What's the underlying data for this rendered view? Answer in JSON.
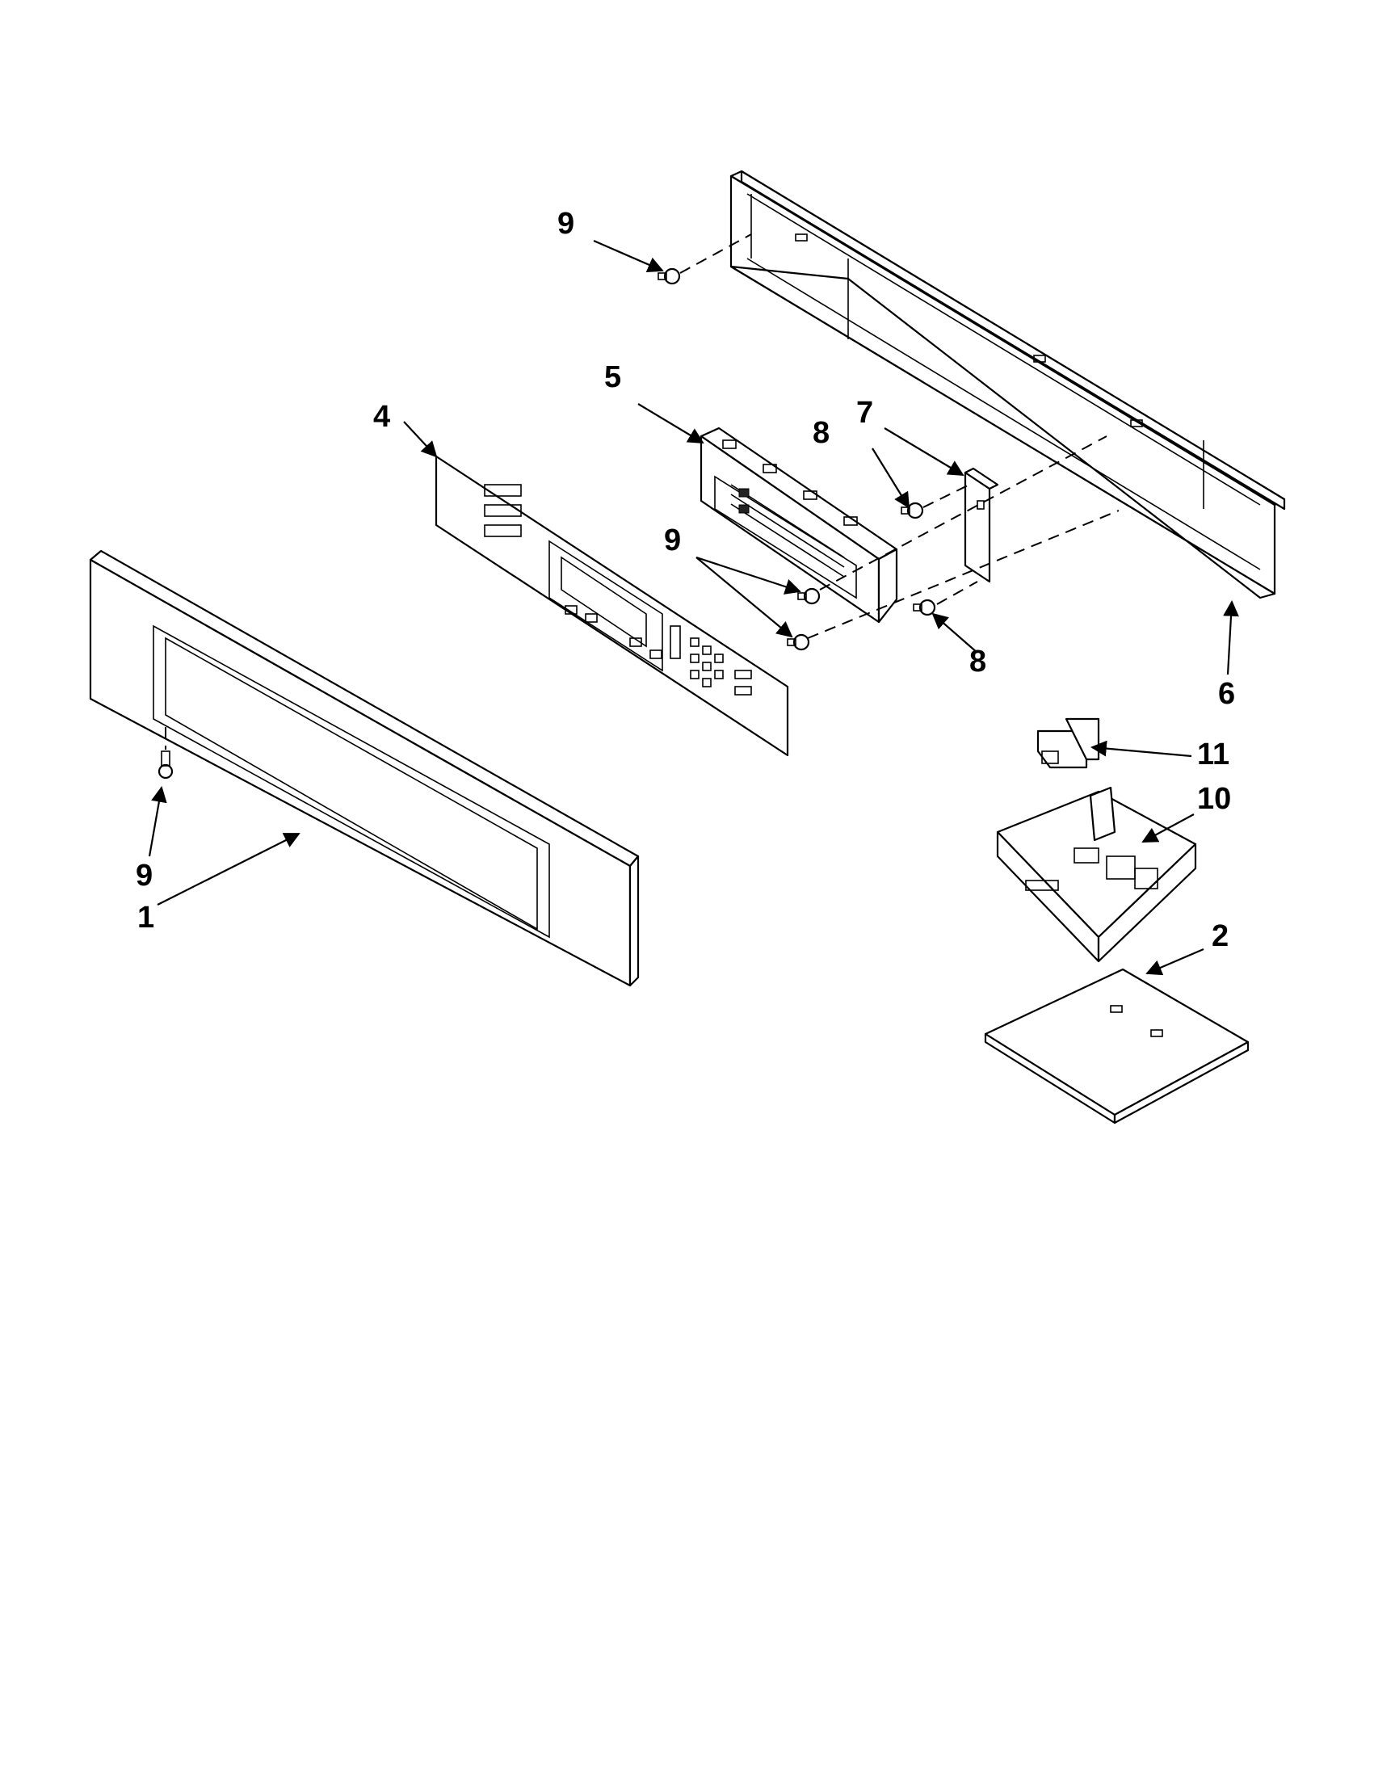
{
  "diagram": {
    "callouts": [
      {
        "id": "c9a",
        "label": "9"
      },
      {
        "id": "c5",
        "label": "5"
      },
      {
        "id": "c4",
        "label": "4"
      },
      {
        "id": "c8a",
        "label": "8"
      },
      {
        "id": "c7",
        "label": "7"
      },
      {
        "id": "c9b",
        "label": "9"
      },
      {
        "id": "c8b",
        "label": "8"
      },
      {
        "id": "c6",
        "label": "6"
      },
      {
        "id": "c11",
        "label": "11"
      },
      {
        "id": "c10",
        "label": "10"
      },
      {
        "id": "c9c",
        "label": "9"
      },
      {
        "id": "c1",
        "label": "1"
      },
      {
        "id": "c2",
        "label": "2"
      }
    ]
  }
}
